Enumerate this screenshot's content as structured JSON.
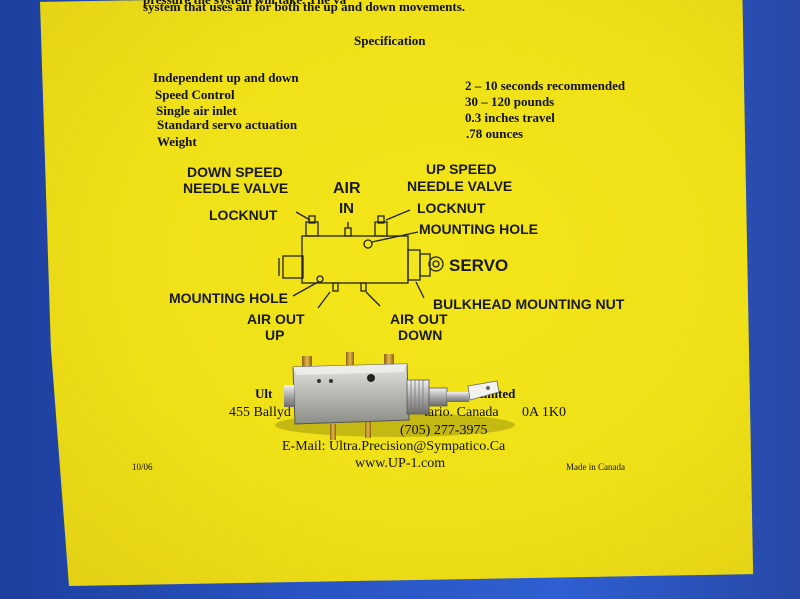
{
  "header": {
    "line1": "pressure the system will take. The va",
    "line2": "system that uses air for both the up and down movements."
  },
  "spec": {
    "title": "Specification",
    "labels": [
      "Independent up and down",
      "Speed Control",
      "Single air inlet",
      "Standard servo actuation",
      "Weight"
    ],
    "values": [
      "2 – 10 seconds recommended",
      "30 – 120 pounds",
      "0.3 inches travel",
      ".78 ounces"
    ]
  },
  "diagram": {
    "down_speed": "DOWN SPEED",
    "needle_valve_left": "NEEDLE VALVE",
    "air": "AIR",
    "in": "IN",
    "up_speed": "UP SPEED",
    "needle_valve_right": "NEEDLE VALVE",
    "locknut_left": "LOCKNUT",
    "locknut_right": "LOCKNUT",
    "mounting_hole_right": "MOUNTING HOLE",
    "servo": "SERVO",
    "mounting_hole_left": "MOUNTING HOLE",
    "bulkhead": "BULKHEAD MOUNTING NUT",
    "air_out_up_1": "AIR OUT",
    "air_out_up_2": "UP",
    "air_out_down_1": "AIR OUT",
    "air_out_down_2": "DOWN"
  },
  "footer": {
    "company": "Ultra Precision Limited",
    "company_visible_left": "Ult",
    "company_visible_right": "imited",
    "address_left": "455 Ballyd",
    "address_mid": "tario. Canada",
    "address_right": "0A 1K0",
    "phone": "(705) 277-3975",
    "email": "E-Mail: Ultra.Precision@Sympatico.Ca",
    "web": "www.UP-1.com",
    "date": "10/06",
    "made": "Made in Canada"
  },
  "colors": {
    "background": "#2a55c4",
    "paper": "#efe017",
    "metal": "#c9c9c6",
    "brass": "#c89a2c"
  }
}
